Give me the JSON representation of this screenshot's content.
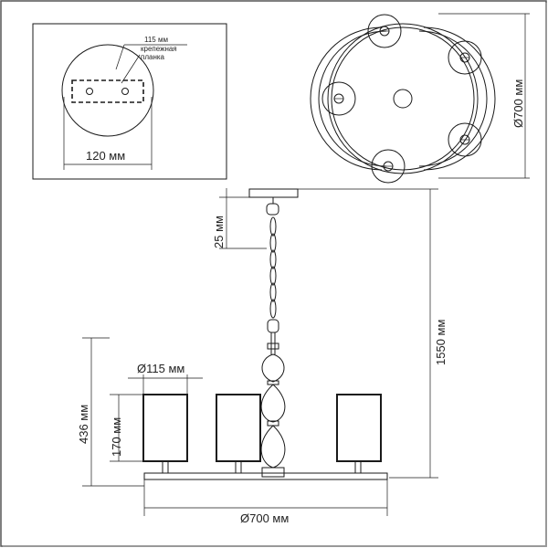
{
  "labels": {
    "plate_diameter_small": "115 мм",
    "mounting_bar_line1": "крепежная",
    "mounting_bar_line2": "планка",
    "plate_width": "120 мм",
    "top_diameter": "Ø700 мм",
    "chain_top": "25 мм",
    "total_height": "1550 мм",
    "shade_diameter": "Ø115 мм",
    "body_height": "436 мм",
    "shade_height": "170 мм",
    "bottom_diameter": "Ø700 мм"
  }
}
